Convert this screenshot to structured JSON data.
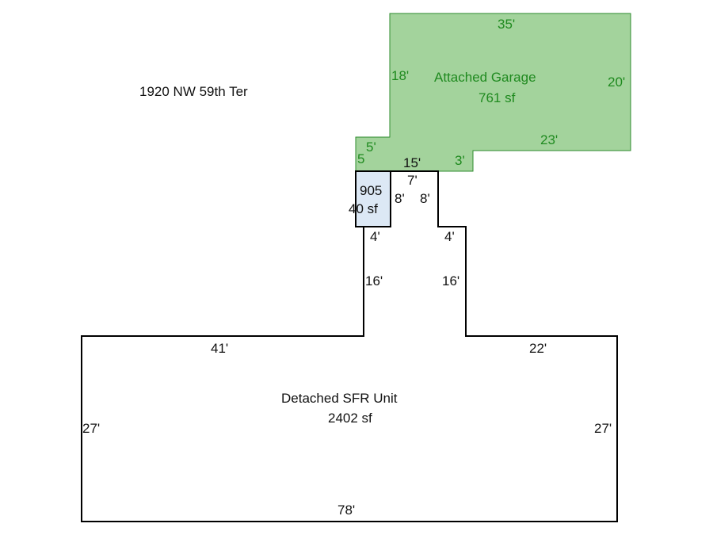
{
  "address": "1920 NW 59th Ter",
  "colors": {
    "garage_fill": "#a3d39c",
    "garage_stroke": "#2e8b2e",
    "porch_fill": "#dce8f5",
    "outline": "#000000"
  },
  "garage": {
    "name": "Attached Garage",
    "area": "761 sf",
    "dims": {
      "top": "35'",
      "right": "20'",
      "left": "18'",
      "lower_right": "23'",
      "step": "3'",
      "small_left": "5",
      "small_top": "5'",
      "bottom": "15'"
    }
  },
  "porch": {
    "code": "905",
    "area": "40 sf"
  },
  "house": {
    "name": "Detached SFR Unit",
    "area": "2402 sf",
    "dims": {
      "neck_top": "7'",
      "neck_left": "8'",
      "neck_right": "8'",
      "left_step": "4'",
      "right_step": "4'",
      "left_stem": "16'",
      "right_stem": "16'",
      "top_left": "41'",
      "top_right": "22'",
      "left": "27'",
      "right": "27'",
      "bottom": "78'"
    }
  }
}
